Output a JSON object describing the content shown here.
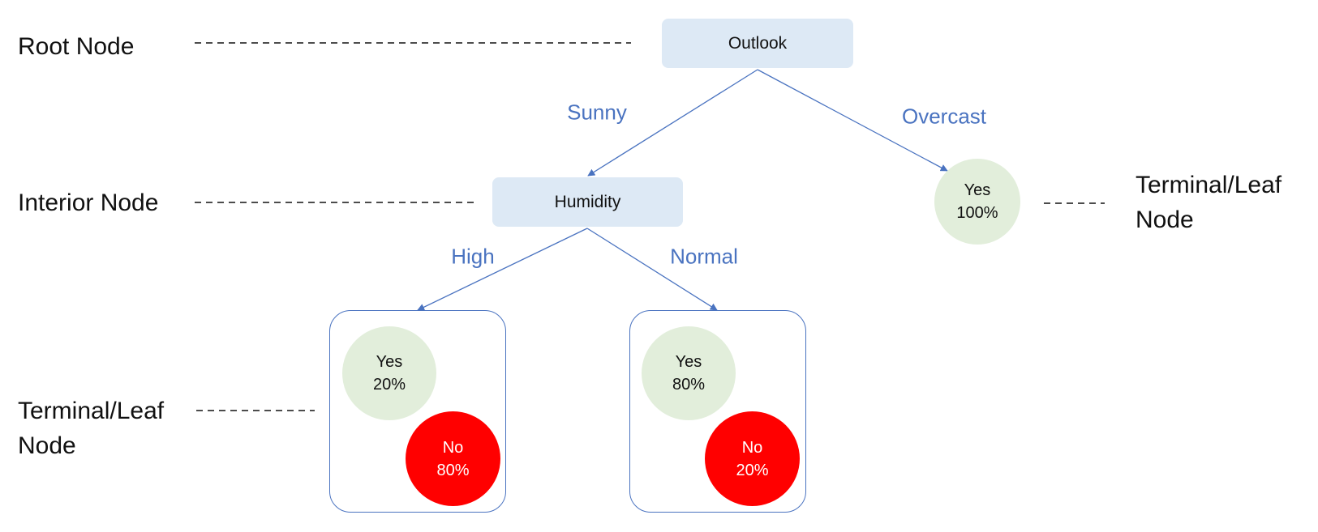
{
  "side_labels": {
    "root": "Root Node",
    "interior": "Interior Node",
    "leaf_left_line1": "Terminal/Leaf",
    "leaf_left_line2": "Node",
    "leaf_right_line1": "Terminal/Leaf",
    "leaf_right_line2": "Node"
  },
  "nodes": {
    "root": "Outlook",
    "interior": "Humidity"
  },
  "edges": {
    "sunny": "Sunny",
    "overcast": "Overcast",
    "high": "High",
    "normal": "Normal"
  },
  "leaves": {
    "overcast_yes": {
      "label": "Yes",
      "value": "100%"
    },
    "high_yes": {
      "label": "Yes",
      "value": "20%"
    },
    "high_no": {
      "label": "No",
      "value": "80%"
    },
    "normal_yes": {
      "label": "Yes",
      "value": "80%"
    },
    "normal_no": {
      "label": "No",
      "value": "20%"
    }
  },
  "colors": {
    "node_fill": "#dde9f5",
    "edge": "#4a73c0",
    "yes_fill": "#e2eedb",
    "no_fill": "#ff0000"
  }
}
